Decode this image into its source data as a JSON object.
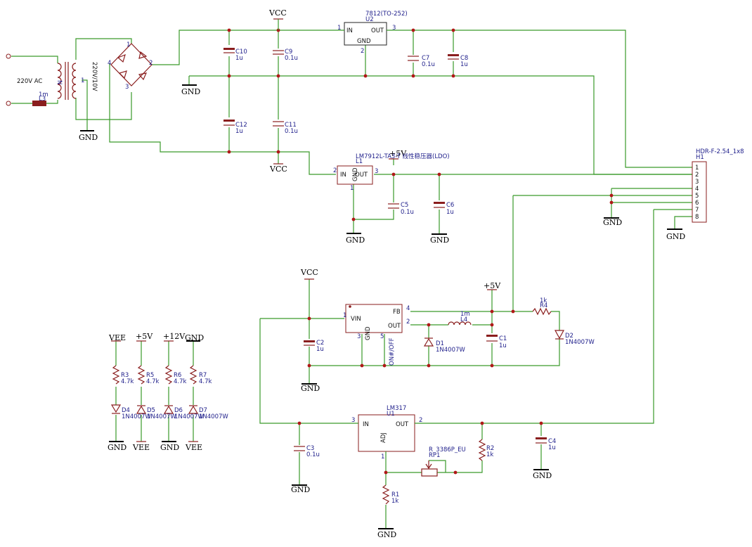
{
  "power": {
    "vcc": "VCC",
    "gnd": "GND",
    "vee": "VEE",
    "p5v": "+5V",
    "p12v": "+12V"
  },
  "mains": {
    "ac_label": "220V AC",
    "xfmr_label": "220V/10V",
    "inductor_ref": "L3",
    "inductor_val": "1m",
    "xfmr_pin_n": "N",
    "xfmr_pin_1": "1"
  },
  "bridge": {
    "p1": "1",
    "p2": "2",
    "p3": "3",
    "p4": "4"
  },
  "u2": {
    "part": "7812(TO-252)",
    "ref": "U2",
    "in": "IN",
    "out": "OUT",
    "gnd": "GND",
    "pin_in": "1",
    "pin_out": "3",
    "pin_gnd": "2"
  },
  "l1": {
    "part": "LM7912L-TA3-T 线性稳压器(LDO)",
    "ref": "L1",
    "in": "IN",
    "out": "OUT",
    "gnd": "GND",
    "pin_in": "2",
    "pin_out": "3",
    "pin_gnd": "1"
  },
  "u_buck": {
    "vin": "VIN",
    "fb": "FB",
    "out": "OUT",
    "gnd": "GND",
    "onoff": "ON#/OFF",
    "pin_vin": "1",
    "pin_fb": "4",
    "pin_out": "2",
    "pin_gnd": "3",
    "pin_onoff": "5"
  },
  "u1": {
    "part": "LM317",
    "ref": "U1",
    "in": "IN",
    "out": "OUT",
    "adj": "ADJ",
    "pin_in": "3",
    "pin_out": "2",
    "pin_adj": "1"
  },
  "header": {
    "part": "HDR-F-2.54_1x8",
    "ref": "H1",
    "pins": [
      "1",
      "2",
      "3",
      "4",
      "5",
      "6",
      "7",
      "8"
    ]
  },
  "caps": [
    {
      "ref": "C10",
      "val": "1u"
    },
    {
      "ref": "C9",
      "val": "0.1u"
    },
    {
      "ref": "C7",
      "val": "0.1u"
    },
    {
      "ref": "C8",
      "val": "1u"
    },
    {
      "ref": "C12",
      "val": "1u"
    },
    {
      "ref": "C11",
      "val": "0.1u"
    },
    {
      "ref": "C5",
      "val": "0.1u"
    },
    {
      "ref": "C6",
      "val": "1u"
    },
    {
      "ref": "C2",
      "val": "1u"
    },
    {
      "ref": "C1",
      "val": "1u"
    },
    {
      "ref": "C3",
      "val": "0.1u"
    },
    {
      "ref": "C4",
      "val": "1u"
    }
  ],
  "inductors": [
    {
      "ref": "L4",
      "val": "1m"
    }
  ],
  "resistors": [
    {
      "ref": "R4",
      "val": "1k"
    },
    {
      "ref": "R2",
      "val": "1k"
    },
    {
      "ref": "R1",
      "val": "1k"
    },
    {
      "ref": "R3",
      "val": "4.7k"
    },
    {
      "ref": "R5",
      "val": "4.7k"
    },
    {
      "ref": "R6",
      "val": "4.7k"
    },
    {
      "ref": "R7",
      "val": "4.7k"
    }
  ],
  "pot": {
    "part": "R_3386P_EU",
    "ref": "RP1"
  },
  "diodes": [
    {
      "ref": "D1",
      "val": "1N4007W"
    },
    {
      "ref": "D2",
      "val": "1N4007W"
    },
    {
      "ref": "D4",
      "val": "1N4007W"
    },
    {
      "ref": "D5",
      "val": "1N4007W"
    },
    {
      "ref": "D6",
      "val": "1N4007W"
    },
    {
      "ref": "D7",
      "val": "1N4007W"
    }
  ]
}
